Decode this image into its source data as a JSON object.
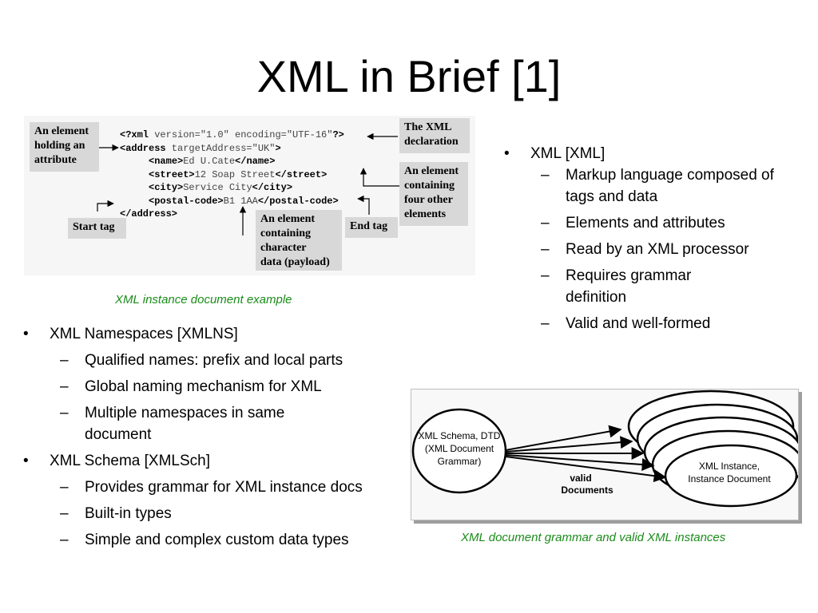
{
  "slide": {
    "title": "XML in Brief [1]"
  },
  "xml_figure": {
    "callouts": {
      "element_attribute": [
        "An element",
        "holding an",
        "attribute"
      ],
      "xml_declaration": [
        "The XML",
        "declaration"
      ],
      "element_four": [
        "An element",
        "containing",
        "four other",
        "elements"
      ],
      "element_char": [
        "An element",
        "containing",
        "character",
        "data (payload)"
      ],
      "start_tag": "Start tag",
      "end_tag": "End tag"
    },
    "code": {
      "l1_tag": "<?xml",
      "l1_attr": " version=\"1.0\" encoding=\"UTF-16\"",
      "l1_end": "?>",
      "l2_tag": "<address",
      "l2_attr": " targetAddress=\"UK\"",
      "l2_end": ">",
      "l3_open": "<name>",
      "l3_val": "Ed U.Cate",
      "l3_close": "</name>",
      "l4_open": "<street>",
      "l4_val": "12 Soap Street",
      "l4_close": "</street>",
      "l5_open": "<city>",
      "l5_val": "Service City",
      "l5_close": "</city>",
      "l6_open": "<postal-code>",
      "l6_val": "B1 1AA",
      "l6_close": "</postal-code>",
      "l7": "</address>"
    },
    "caption": "XML instance document example"
  },
  "right_list": {
    "head": "XML [XML]",
    "items": [
      "Markup language composed of tags and data",
      "Elements and attributes",
      "Read by an XML processor",
      "Requires grammar definition",
      "Valid and well-formed"
    ]
  },
  "left_list": {
    "ns_head": "XML Namespaces [XMLNS]",
    "ns_items": [
      "Qualified names: prefix and local parts",
      "Global naming mechanism for XML",
      "Multiple namespaces in same document"
    ],
    "schema_head": "XML Schema [XMLSch]",
    "schema_items": [
      "Provides grammar for XML instance docs",
      "Built-in types",
      "Simple and complex custom data types"
    ]
  },
  "grammar_figure": {
    "grammar_label": [
      "XML Schema, DTD",
      "(XML Document",
      "Grammar)"
    ],
    "instance_label": [
      "XML Instance,",
      "Instance Document"
    ],
    "valid_label": [
      "valid",
      "Documents"
    ],
    "caption": "XML document grammar and valid XML instances"
  }
}
